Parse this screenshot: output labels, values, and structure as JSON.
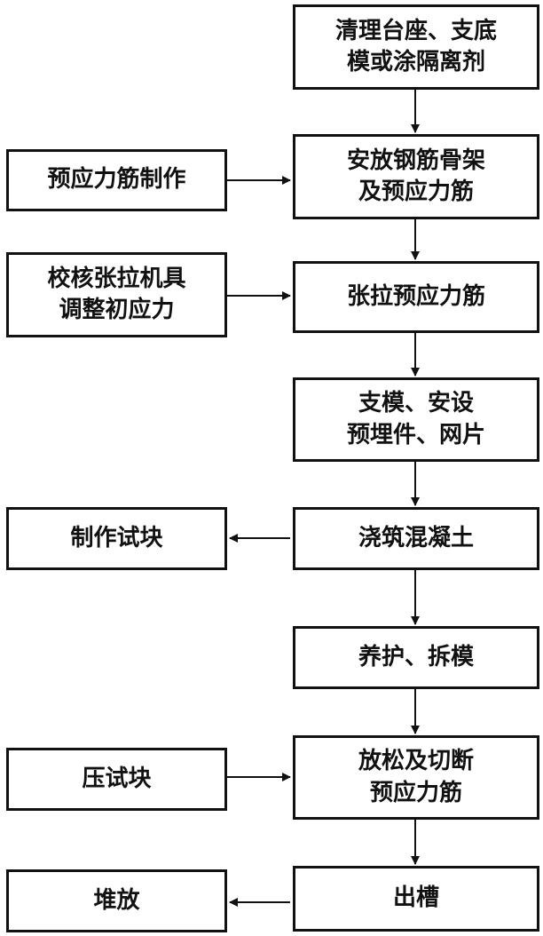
{
  "main_flow": [
    {
      "id": "step-clean-bed",
      "text": "清理台座、支底\n模或涂隔离剂"
    },
    {
      "id": "step-place-rebar",
      "text": "安放钢筋骨架\n及预应力筋"
    },
    {
      "id": "step-tension",
      "text": "张拉预应力筋"
    },
    {
      "id": "step-formwork",
      "text": "支模、安设\n预埋件、网片"
    },
    {
      "id": "step-pour",
      "text": "浇筑混凝土"
    },
    {
      "id": "step-cure",
      "text": "养护、拆模"
    },
    {
      "id": "step-release",
      "text": "放松及切断\n预应力筋"
    },
    {
      "id": "step-remove",
      "text": "出槽"
    }
  ],
  "side_boxes": [
    {
      "id": "side-tendon-fabrication",
      "text": "预应力筋制作"
    },
    {
      "id": "side-calibrate",
      "text": "校核张拉机具\n调整初应力"
    },
    {
      "id": "side-make-specimen",
      "text": "制作试块"
    },
    {
      "id": "side-test-specimen",
      "text": "压试块"
    },
    {
      "id": "side-stack",
      "text": "堆放"
    }
  ]
}
